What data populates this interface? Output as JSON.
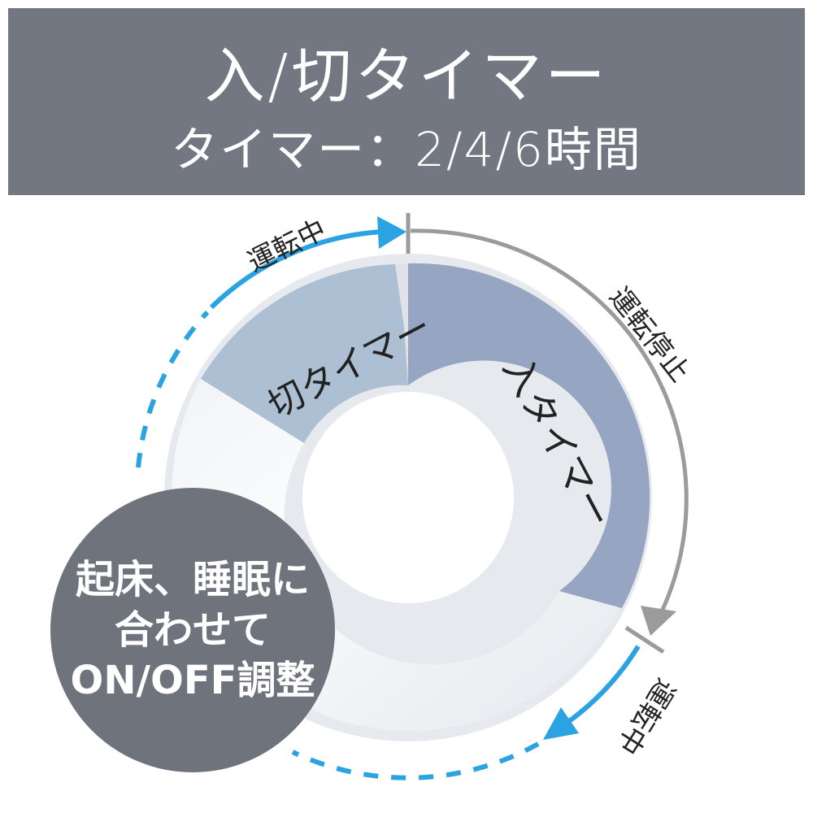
{
  "header": {
    "title": "入/切タイマー",
    "subtitle": "タイマー：2/4/6時間"
  },
  "diagram": {
    "segments": {
      "on_timer": "入タイマー",
      "off_timer": "切タイマー"
    },
    "arc_labels": {
      "running_top": "運転中",
      "stopped_right": "運転停止",
      "running_bottom": "運転中"
    }
  },
  "callout": {
    "line1": "起床、睡眠に",
    "line2": "合わせて",
    "line3": "ON/OFF調整"
  },
  "colors": {
    "header_bg": "#737782",
    "on_timer": "#95a5c2",
    "off_timer": "#adbfd3",
    "track": "#e6eaee",
    "arrow_blue": "#2ba3e2",
    "arrow_gray": "#9b9b9b",
    "callout_bg": "#6f737c"
  }
}
